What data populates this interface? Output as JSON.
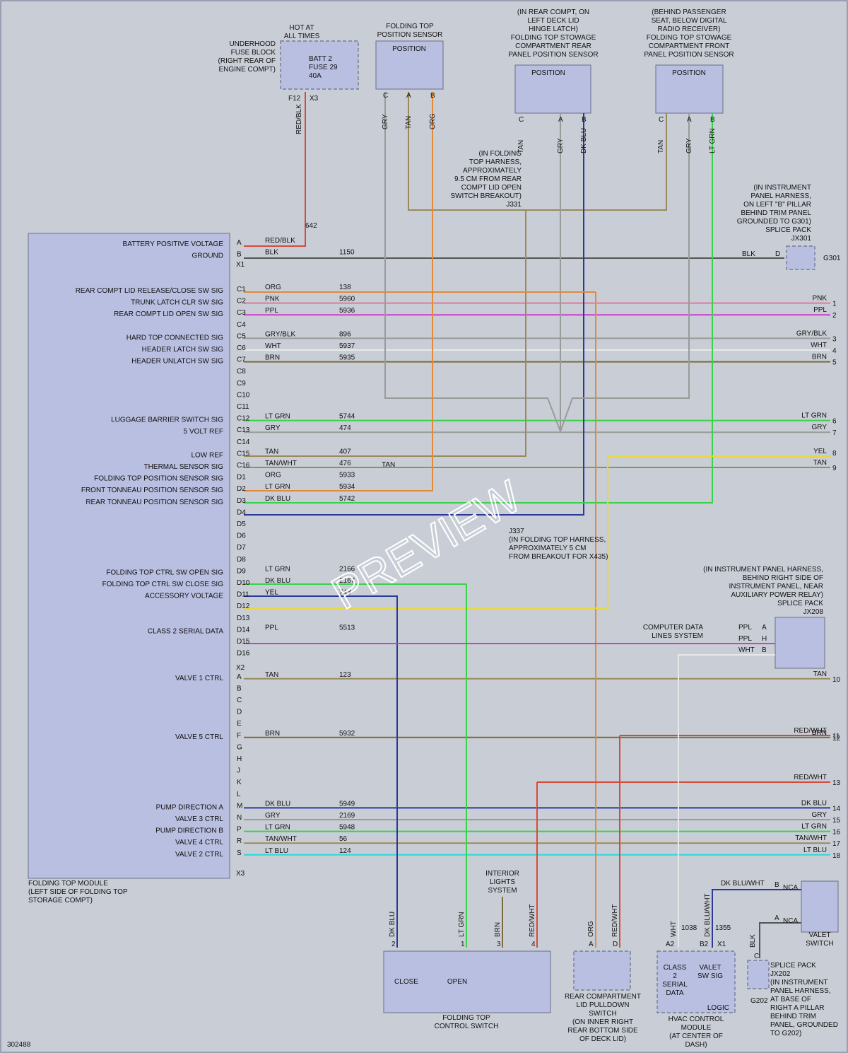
{
  "doc_id": "302488",
  "watermark": "PREVIEW",
  "colors": {
    "RED": "#d64a3c",
    "BLK": "#555555",
    "ORG": "#e08a3a",
    "PNK": "#e07a9a",
    "PPL": "#d13ad1",
    "GRY": "#9a9a9a",
    "WHT": "#e8e8e8",
    "BRN": "#7a6a3a",
    "LTGRN": "#3ad14a",
    "TAN": "#9a8a5a",
    "DKBLU": "#2a3a9a",
    "YEL": "#e8d83a",
    "LTBLU": "#2ad8d8"
  },
  "module": {
    "label": "FOLDING TOP MODULE\n(LEFT SIDE OF FOLDING TOP\nSTORAGE COMPT)",
    "x1": "X1",
    "x2": "X2",
    "x3": "X3"
  },
  "pins": [
    {
      "sig": "BATTERY POSITIVE VOLTAGE",
      "pin": "A",
      "wire": "RED/BLK",
      "circ": "",
      "color": "RED"
    },
    {
      "sig": "GROUND",
      "pin": "B",
      "wire": "BLK",
      "circ": "1150",
      "color": "BLK"
    },
    {
      "sig": "REAR COMPT LID RELEASE/CLOSE SW SIG",
      "pin": "C1",
      "wire": "ORG",
      "circ": "138",
      "color": "ORG"
    },
    {
      "sig": "TRUNK LATCH CLR SW SIG",
      "pin": "C2",
      "wire": "PNK",
      "circ": "5960",
      "color": "PNK",
      "rt": "PNK",
      "rn": "1"
    },
    {
      "sig": "REAR COMPT LID OPEN SW SIG",
      "pin": "C3",
      "wire": "PPL",
      "circ": "5936",
      "color": "PPL",
      "rt": "PPL",
      "rn": "2"
    },
    {
      "sig": "",
      "pin": "C4"
    },
    {
      "sig": "HARD TOP CONNECTED SIG",
      "pin": "C5",
      "wire": "GRY/BLK",
      "circ": "896",
      "color": "GRY",
      "rt": "GRY/BLK",
      "rn": "3"
    },
    {
      "sig": "HEADER LATCH SW SIG",
      "pin": "C6",
      "wire": "WHT",
      "circ": "5937",
      "color": "WHT",
      "rt": "WHT",
      "rn": "4"
    },
    {
      "sig": "HEADER UNLATCH SW SIG",
      "pin": "C7",
      "wire": "BRN",
      "circ": "5935",
      "color": "BRN",
      "rt": "BRN",
      "rn": "5"
    },
    {
      "sig": "",
      "pin": "C8"
    },
    {
      "sig": "",
      "pin": "C9"
    },
    {
      "sig": "",
      "pin": "C10"
    },
    {
      "sig": "",
      "pin": "C11"
    },
    {
      "sig": "LUGGAGE BARRIER SWITCH SIG",
      "pin": "C12",
      "wire": "LT GRN",
      "circ": "5744",
      "color": "LTGRN",
      "rt": "LT GRN",
      "rn": "6"
    },
    {
      "sig": "5 VOLT REF",
      "pin": "C13",
      "wire": "GRY",
      "circ": "474",
      "color": "GRY",
      "rt": "GRY",
      "rn": "7"
    },
    {
      "sig": "",
      "pin": "C14"
    },
    {
      "sig": "LOW REF",
      "pin": "C15",
      "wire": "TAN",
      "circ": "407",
      "color": "TAN"
    },
    {
      "sig": "THERMAL SENSOR SIG",
      "pin": "C16",
      "wire": "TAN/WHT",
      "circ": "476",
      "color": "TAN",
      "rt": "TAN",
      "rn": "9"
    },
    {
      "sig": "FOLDING TOP POSITION SENSOR SIG",
      "pin": "D1",
      "wire": "ORG",
      "circ": "5933",
      "color": "ORG"
    },
    {
      "sig": "FRONT TONNEAU POSITION SENSOR SIG",
      "pin": "D2",
      "wire": "LT GRN",
      "circ": "5934",
      "color": "LTGRN"
    },
    {
      "sig": "REAR TONNEAU POSITION SENSOR SIG",
      "pin": "D3",
      "wire": "DK BLU",
      "circ": "5742",
      "color": "DKBLU"
    },
    {
      "sig": "",
      "pin": "D4"
    },
    {
      "sig": "",
      "pin": "D5"
    },
    {
      "sig": "",
      "pin": "D6"
    },
    {
      "sig": "",
      "pin": "D7"
    },
    {
      "sig": "",
      "pin": "D8"
    },
    {
      "sig": "FOLDING TOP CTRL SW OPEN SIG",
      "pin": "D9",
      "wire": "LT GRN",
      "circ": "2166",
      "color": "LTGRN"
    },
    {
      "sig": "FOLDING TOP CTRL SW CLOSE SIG",
      "pin": "D10",
      "wire": "DK BLU",
      "circ": "2167",
      "color": "DKBLU"
    },
    {
      "sig": "ACCESSORY VOLTAGE",
      "pin": "D11",
      "wire": "YEL",
      "circ": "743",
      "color": "YEL"
    },
    {
      "sig": "",
      "pin": "D12"
    },
    {
      "sig": "",
      "pin": "D13"
    },
    {
      "sig": "CLASS 2 SERIAL DATA",
      "pin": "D14",
      "wire": "PPL",
      "circ": "5513",
      "color": "PPL"
    },
    {
      "sig": "",
      "pin": "D15"
    },
    {
      "sig": "",
      "pin": "D16"
    },
    {
      "sig": "",
      "pin": "X2",
      "conn": true
    },
    {
      "sig": "VALVE 1 CTRL",
      "pin": "A",
      "wire": "TAN",
      "circ": "123",
      "color": "TAN",
      "rt": "TAN",
      "rn": "10"
    },
    {
      "sig": "",
      "pin": "B"
    },
    {
      "sig": "",
      "pin": "C"
    },
    {
      "sig": "",
      "pin": "D"
    },
    {
      "sig": "",
      "pin": "E"
    },
    {
      "sig": "VALVE 5 CTRL",
      "pin": "F",
      "wire": "BRN",
      "circ": "5932",
      "color": "BRN",
      "rt": "BRN",
      "rn": "12"
    },
    {
      "sig": "",
      "pin": "G"
    },
    {
      "sig": "",
      "pin": "H"
    },
    {
      "sig": "",
      "pin": "J"
    },
    {
      "sig": "",
      "pin": "K"
    },
    {
      "sig": "",
      "pin": "L"
    },
    {
      "sig": "PUMP DIRECTION A",
      "pin": "M",
      "wire": "DK BLU",
      "circ": "5949",
      "color": "DKBLU",
      "rt": "DK BLU",
      "rn": "14"
    },
    {
      "sig": "VALVE 3 CTRL",
      "pin": "N",
      "wire": "GRY",
      "circ": "2169",
      "color": "GRY",
      "rt": "GRY",
      "rn": "15"
    },
    {
      "sig": "PUMP DIRECTION B",
      "pin": "P",
      "wire": "LT GRN",
      "circ": "5948",
      "color": "LTGRN",
      "rt": "LT GRN",
      "rn": "16"
    },
    {
      "sig": "VALVE 4 CTRL",
      "pin": "R",
      "wire": "TAN/WHT",
      "circ": "56",
      "color": "TAN",
      "rt": "TAN/WHT",
      "rn": "17"
    },
    {
      "sig": "VALVE 2 CTRL",
      "pin": "S",
      "wire": "LT BLU",
      "circ": "124",
      "color": "LTBLU",
      "rt": "LT BLU",
      "rn": "18"
    }
  ],
  "extra_right": [
    {
      "rt": "YEL",
      "rn": "8",
      "color": "YEL"
    },
    {
      "rt": "RED/WHT",
      "rn": "11",
      "color": "RED"
    },
    {
      "rt": "RED/WHT",
      "rn": "13",
      "color": "RED"
    }
  ],
  "fuse_block": {
    "label": "UNDERHOOD\nFUSE BLOCK\n(RIGHT REAR OF\nENGINE COMPT)",
    "hot": "HOT AT\nALL TIMES",
    "fuse": "BATT 2\nFUSE 29\n40A",
    "pin": "F12",
    "conn": "X3",
    "wire": "RED/BLK",
    "circ": "642"
  },
  "sensors": [
    {
      "title": "FOLDING TOP\nPOSITION SENSOR",
      "inner": "POSITION",
      "pins": [
        "C",
        "A",
        "B"
      ],
      "wires": [
        "GRY",
        "TAN",
        "ORG"
      ]
    },
    {
      "title": "(IN REAR COMPT, ON\nLEFT DECK LID\nHINGE LATCH)\nFOLDING TOP STOWAGE\nCOMPARTMENT REAR\nPANEL POSITION SENSOR",
      "inner": "POSITION",
      "pins": [
        "C",
        "A",
        "B"
      ],
      "wires": [
        "TAN",
        "GRY",
        "DK BLU"
      ]
    },
    {
      "title": "(BEHIND PASSENGER\nSEAT, BELOW DIGITAL\nRADIO RECEIVER)\nFOLDING TOP STOWAGE\nCOMPARTMENT FRONT\nPANEL POSITION SENSOR",
      "inner": "POSITION",
      "pins": [
        "C",
        "A",
        "B"
      ],
      "wires": [
        "TAN",
        "GRY",
        "LT GRN"
      ]
    }
  ],
  "splices": {
    "j331": "(IN FOLDING\nTOP HARNESS,\nAPPROXIMATELY\n9.5 CM FROM REAR\nCOMPT LID OPEN\nSWITCH BREAKOUT)\nJ331",
    "j337": "J337\n(IN FOLDING TOP HARNESS,\nAPPROXIMATELY 5 CM\nFROM BREAKOUT FOR X435)",
    "jx301": "(IN INSTRUMENT\nPANEL HARNESS,\nON LEFT \"B\" PILLAR\nBEHIND TRIM PANEL\nGROUNDED TO G301)\nSPLICE PACK\nJX301",
    "jx301_pin": "D",
    "jx301_wire": "BLK",
    "g301": "G301",
    "jx208": "(IN INSTRUMENT PANEL HARNESS,\nBEHIND RIGHT SIDE OF\nINSTRUMENT PANEL, NEAR\nAUXILIARY POWER RELAY)\nSPLICE PACK\nJX208",
    "jx208_pins": [
      "A",
      "H",
      "B"
    ],
    "jx208_wires": [
      "PPL",
      "PPL",
      "WHT"
    ],
    "computer_data": "COMPUTER DATA\nLINES SYSTEM",
    "tan_inline": "TAN",
    "jx202": "SPLICE PACK\nJX202\n(IN INSTRUMENT\nPANEL HARNESS,\nAT BASE OF\nRIGHT A PILLAR\nBEHIND TRIM\nPANEL, GROUNDED\nTO G202)",
    "jx202_pin": "C",
    "jx202_wire": "BLK",
    "g202": "G202"
  },
  "bottom": {
    "interior": "INTERIOR\nLIGHTS\nSYSTEM",
    "ctrl_switch": {
      "label": "FOLDING TOP\nCONTROL SWITCH",
      "close": "CLOSE",
      "open": "OPEN",
      "pins": [
        "2",
        "1",
        "3",
        "4"
      ],
      "wires": [
        "DK BLU",
        "LT GRN",
        "BRN",
        "RED/WHT"
      ]
    },
    "pulldown": {
      "label": "REAR COMPARTMENT\nLID PULLDOWN\nSWITCH\n(ON INNER RIGHT\nREAR BOTTOM SIDE\nOF DECK LID)",
      "pins": [
        "A",
        "D"
      ],
      "wires": [
        "ORG",
        "RED/WHT"
      ]
    },
    "hvac": {
      "label": "HVAC CONTROL\nMODULE\n(AT CENTER OF\nDASH)",
      "class2": "CLASS\n2\nSERIAL\nDATA",
      "valet": "VALET\nSW SIG",
      "logic": "LOGIC",
      "pins": [
        "A2",
        "B2"
      ],
      "conn": "X1",
      "wires": [
        "WHT",
        "DK BLU/WHT"
      ],
      "circs": [
        "1038",
        "1355"
      ]
    },
    "valet": {
      "label": "VALET\nSWITCH",
      "pins": [
        "B",
        "A"
      ],
      "nca": [
        "NCA",
        "NCA"
      ],
      "wire": "DK BLU/WHT"
    }
  }
}
